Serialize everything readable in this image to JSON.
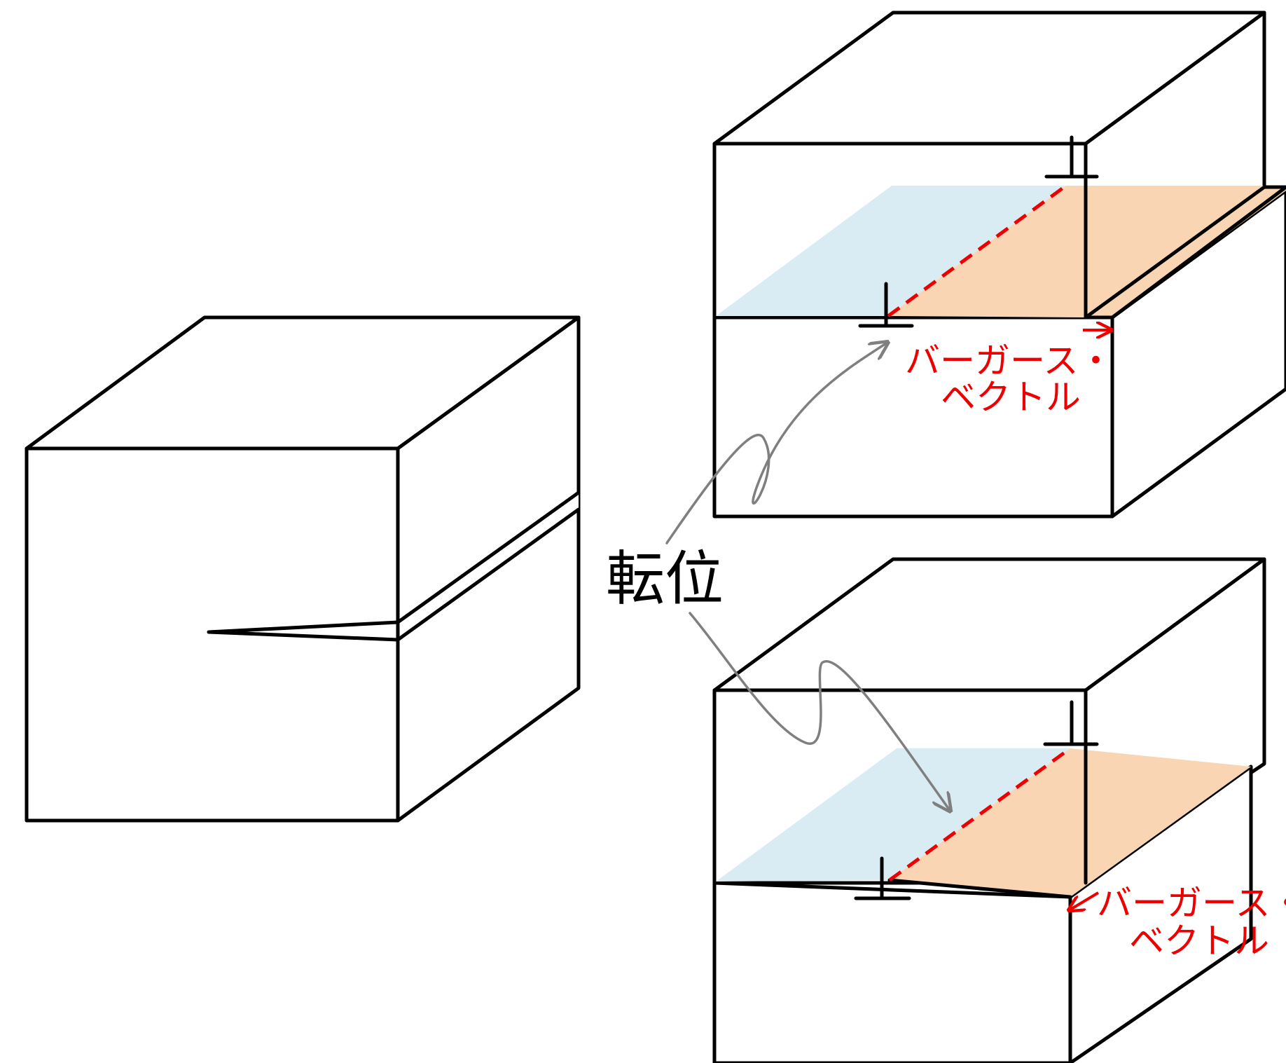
{
  "diagram": {
    "dislocation_label": "転位",
    "top_block": {
      "burgers_label_line1": "バーガース・",
      "burgers_label_line2": "ベクトル",
      "dislocation_symbol": "⊥"
    },
    "bottom_block": {
      "burgers_label_line1": "バーガース・",
      "burgers_label_line2": "ベクトル",
      "dislocation_symbol": "⊥"
    },
    "colors": {
      "edge": "#000000",
      "slip_plane_blue": "#daecf3",
      "slip_plane_orange": "#f9d5b3",
      "dislocation_line": "#ee0000",
      "burgers_vector": "#ee0000",
      "pointer_arrow": "#7f7f7f",
      "label_red": "#ee0000"
    }
  }
}
